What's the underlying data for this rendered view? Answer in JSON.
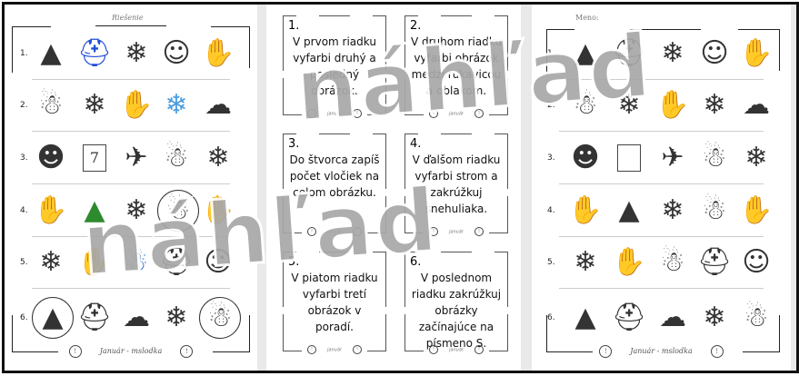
{
  "answer_sheet": {
    "title": "Riešenie",
    "footer": "Január - mslodka",
    "rows": [
      {
        "num": "1.",
        "items": [
          {
            "icon": "tree"
          },
          {
            "icon": "hat",
            "color": "#1f4fd6"
          },
          {
            "icon": "snowflake"
          },
          {
            "icon": "earmuff-face"
          },
          {
            "icon": "mitten",
            "color": "#f3a41b"
          }
        ]
      },
      {
        "num": "2.",
        "items": [
          {
            "icon": "snowman"
          },
          {
            "icon": "snowflake"
          },
          {
            "icon": "mitten"
          },
          {
            "icon": "snowflake",
            "color": "#4a9de0"
          },
          {
            "icon": "cloud"
          }
        ]
      },
      {
        "num": "3.",
        "items": [
          {
            "icon": "girl"
          },
          {
            "icon": "box",
            "text": "7"
          },
          {
            "icon": "bird"
          },
          {
            "icon": "snowman"
          },
          {
            "icon": "snowflake"
          }
        ]
      },
      {
        "num": "4.",
        "items": [
          {
            "icon": "mitten"
          },
          {
            "icon": "tree",
            "color": "#2d8a2d"
          },
          {
            "icon": "snowflake"
          },
          {
            "icon": "snowman",
            "circled": true
          },
          {
            "icon": "mitten"
          }
        ]
      },
      {
        "num": "5.",
        "items": [
          {
            "icon": "snowflake"
          },
          {
            "icon": "mitten"
          },
          {
            "icon": "snowman",
            "color": "#2a6fd0"
          },
          {
            "icon": "hat"
          },
          {
            "icon": "earmuff-face"
          }
        ]
      },
      {
        "num": "6.",
        "items": [
          {
            "icon": "tree",
            "circled": true
          },
          {
            "icon": "hat"
          },
          {
            "icon": "cloud"
          },
          {
            "icon": "snowflake"
          },
          {
            "icon": "snowman",
            "circled": true
          }
        ]
      }
    ]
  },
  "task_cards": [
    {
      "num": "1.",
      "text": "V prvom riadku vyfarbi druhý a posledný obrázok.",
      "footer": "január"
    },
    {
      "num": "2.",
      "text": "V druhom riadku vyfarbi obrázok medzi rukavicou a oblakom.",
      "footer": "január"
    },
    {
      "num": "3.",
      "text": "Do štvorca zapíš počet vločiek na celom obrázku.",
      "footer": "január"
    },
    {
      "num": "4.",
      "text": "V ďalšom riadku vyfarbi strom a zakrúžkuj snehuliaka.",
      "footer": "január"
    },
    {
      "num": "5.",
      "text": "V piatom riadku vyfarbi tretí obrázok v poradí.",
      "footer": "január"
    },
    {
      "num": "6.",
      "text": "V poslednom riadku zakrúžkuj obrázky začínajúce na písmeno S.",
      "footer": "január"
    }
  ],
  "student_sheet": {
    "title": "Meno:",
    "footer": "Január - mslodka",
    "rows": [
      {
        "num": "1.",
        "items": [
          {
            "icon": "tree"
          },
          {
            "icon": "hat"
          },
          {
            "icon": "snowflake"
          },
          {
            "icon": "earmuff-face"
          },
          {
            "icon": "mitten"
          }
        ]
      },
      {
        "num": "2.",
        "items": [
          {
            "icon": "snowman"
          },
          {
            "icon": "snowflake"
          },
          {
            "icon": "mitten"
          },
          {
            "icon": "snowflake"
          },
          {
            "icon": "cloud"
          }
        ]
      },
      {
        "num": "3.",
        "items": [
          {
            "icon": "girl"
          },
          {
            "icon": "box",
            "text": ""
          },
          {
            "icon": "bird"
          },
          {
            "icon": "snowman"
          },
          {
            "icon": "snowflake"
          }
        ]
      },
      {
        "num": "4.",
        "items": [
          {
            "icon": "mitten"
          },
          {
            "icon": "tree"
          },
          {
            "icon": "snowflake"
          },
          {
            "icon": "snowman"
          },
          {
            "icon": "mitten"
          }
        ]
      },
      {
        "num": "5.",
        "items": [
          {
            "icon": "snowflake"
          },
          {
            "icon": "mitten"
          },
          {
            "icon": "snowman"
          },
          {
            "icon": "hat"
          },
          {
            "icon": "earmuff-face"
          }
        ]
      },
      {
        "num": "6.",
        "items": [
          {
            "icon": "tree"
          },
          {
            "icon": "hat"
          },
          {
            "icon": "cloud"
          },
          {
            "icon": "snowflake"
          },
          {
            "icon": "snowman"
          }
        ]
      }
    ]
  },
  "watermark": "náhľad"
}
